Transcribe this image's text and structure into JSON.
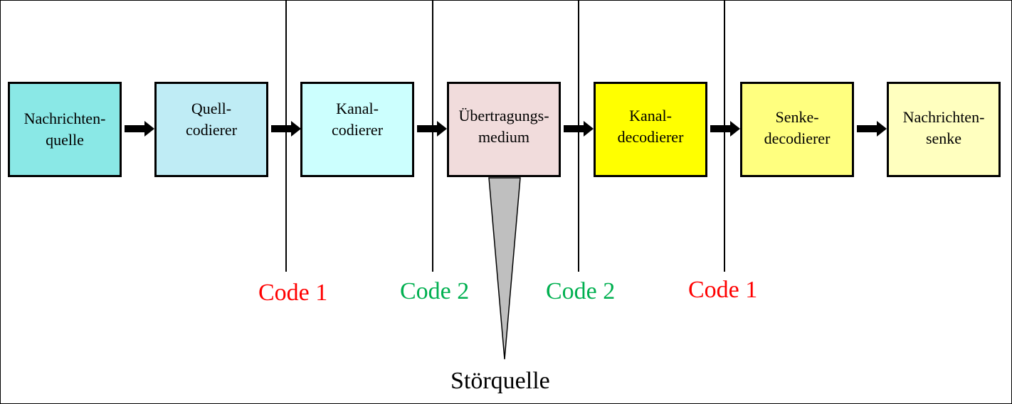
{
  "colors": {
    "line": "#000000",
    "code1": "#ff0000",
    "code2": "#00b050",
    "cone_fill": "#bfbfbf"
  },
  "blocks": [
    {
      "line1": "Nachrichten-",
      "line2": "quelle",
      "fill": "#8ae8e6"
    },
    {
      "line1": "Quell-",
      "line2": "codierer",
      "fill": "#bfecf5"
    },
    {
      "line1": "Kanal-",
      "line2": "codierer",
      "fill": "#ccfffe"
    },
    {
      "line1": "Übertragungs-",
      "line2": "medium",
      "fill": "#f1dcdc"
    },
    {
      "line1": "Kanal-",
      "line2": "decodierer",
      "fill": "#ffff00"
    },
    {
      "line1": "Senke-",
      "line2": "decodierer",
      "fill": "#ffff7f"
    },
    {
      "line1": "Nachrichten-",
      "line2": "senke",
      "fill": "#ffffbf"
    }
  ],
  "codes": [
    {
      "label": "Code 1",
      "color": "#ff0000"
    },
    {
      "label": "Code 2",
      "color": "#00b050"
    },
    {
      "label": "Code 2",
      "color": "#00b050"
    },
    {
      "label": "Code 1",
      "color": "#ff0000"
    }
  ],
  "noise_source": {
    "label": "Störquelle"
  }
}
